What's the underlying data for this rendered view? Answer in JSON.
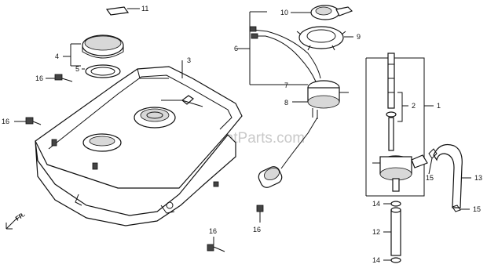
{
  "watermark": "eReplacementParts.com",
  "direction_marker": "FR.",
  "callouts": [
    {
      "id": "11",
      "label": "11"
    },
    {
      "id": "10",
      "label": "10"
    },
    {
      "id": "9",
      "label": "9"
    },
    {
      "id": "6",
      "label": "6"
    },
    {
      "id": "7",
      "label": "7"
    },
    {
      "id": "8",
      "label": "8"
    },
    {
      "id": "4",
      "label": "4"
    },
    {
      "id": "5",
      "label": "5"
    },
    {
      "id": "3",
      "label": "3"
    },
    {
      "id": "16a",
      "label": "16"
    },
    {
      "id": "16b",
      "label": "16"
    },
    {
      "id": "16c",
      "label": "16"
    },
    {
      "id": "16d",
      "label": "16"
    },
    {
      "id": "2",
      "label": "2"
    },
    {
      "id": "1",
      "label": "1"
    },
    {
      "id": "15a",
      "label": "15"
    },
    {
      "id": "15b",
      "label": "15"
    },
    {
      "id": "13",
      "label": "13"
    },
    {
      "id": "14a",
      "label": "14"
    },
    {
      "id": "14b",
      "label": "14"
    },
    {
      "id": "12",
      "label": "12"
    }
  ]
}
